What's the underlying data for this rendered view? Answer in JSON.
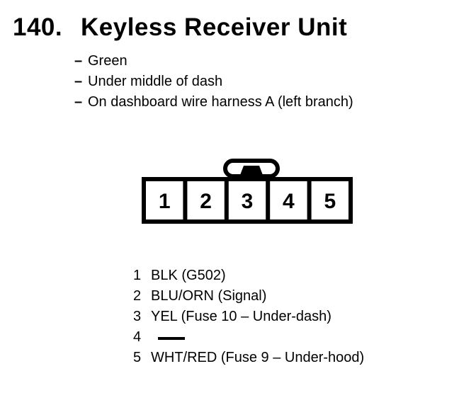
{
  "page": {
    "background_color": "#ffffff",
    "text_color": "#000000"
  },
  "header": {
    "number": "140.",
    "title": "Keyless Receiver Unit",
    "bullet_marker": "–",
    "details": [
      "Green",
      "Under middle of dash",
      "On dashboard wire harness A (left branch)"
    ]
  },
  "connector": {
    "cavity_count": 5,
    "pins": [
      "1",
      "2",
      "3",
      "4",
      "5"
    ],
    "latch_position": "top-center"
  },
  "pin_list": {
    "pins": [
      {
        "number": "1",
        "label": "BLK (G502)"
      },
      {
        "number": "2",
        "label": "BLU/ORN (Signal)"
      },
      {
        "number": "3",
        "label": "YEL (Fuse 10 – Under-dash)"
      },
      {
        "number": "4",
        "label": ""
      },
      {
        "number": "5",
        "label": "WHT/RED (Fuse 9 – Under-hood)"
      }
    ]
  }
}
